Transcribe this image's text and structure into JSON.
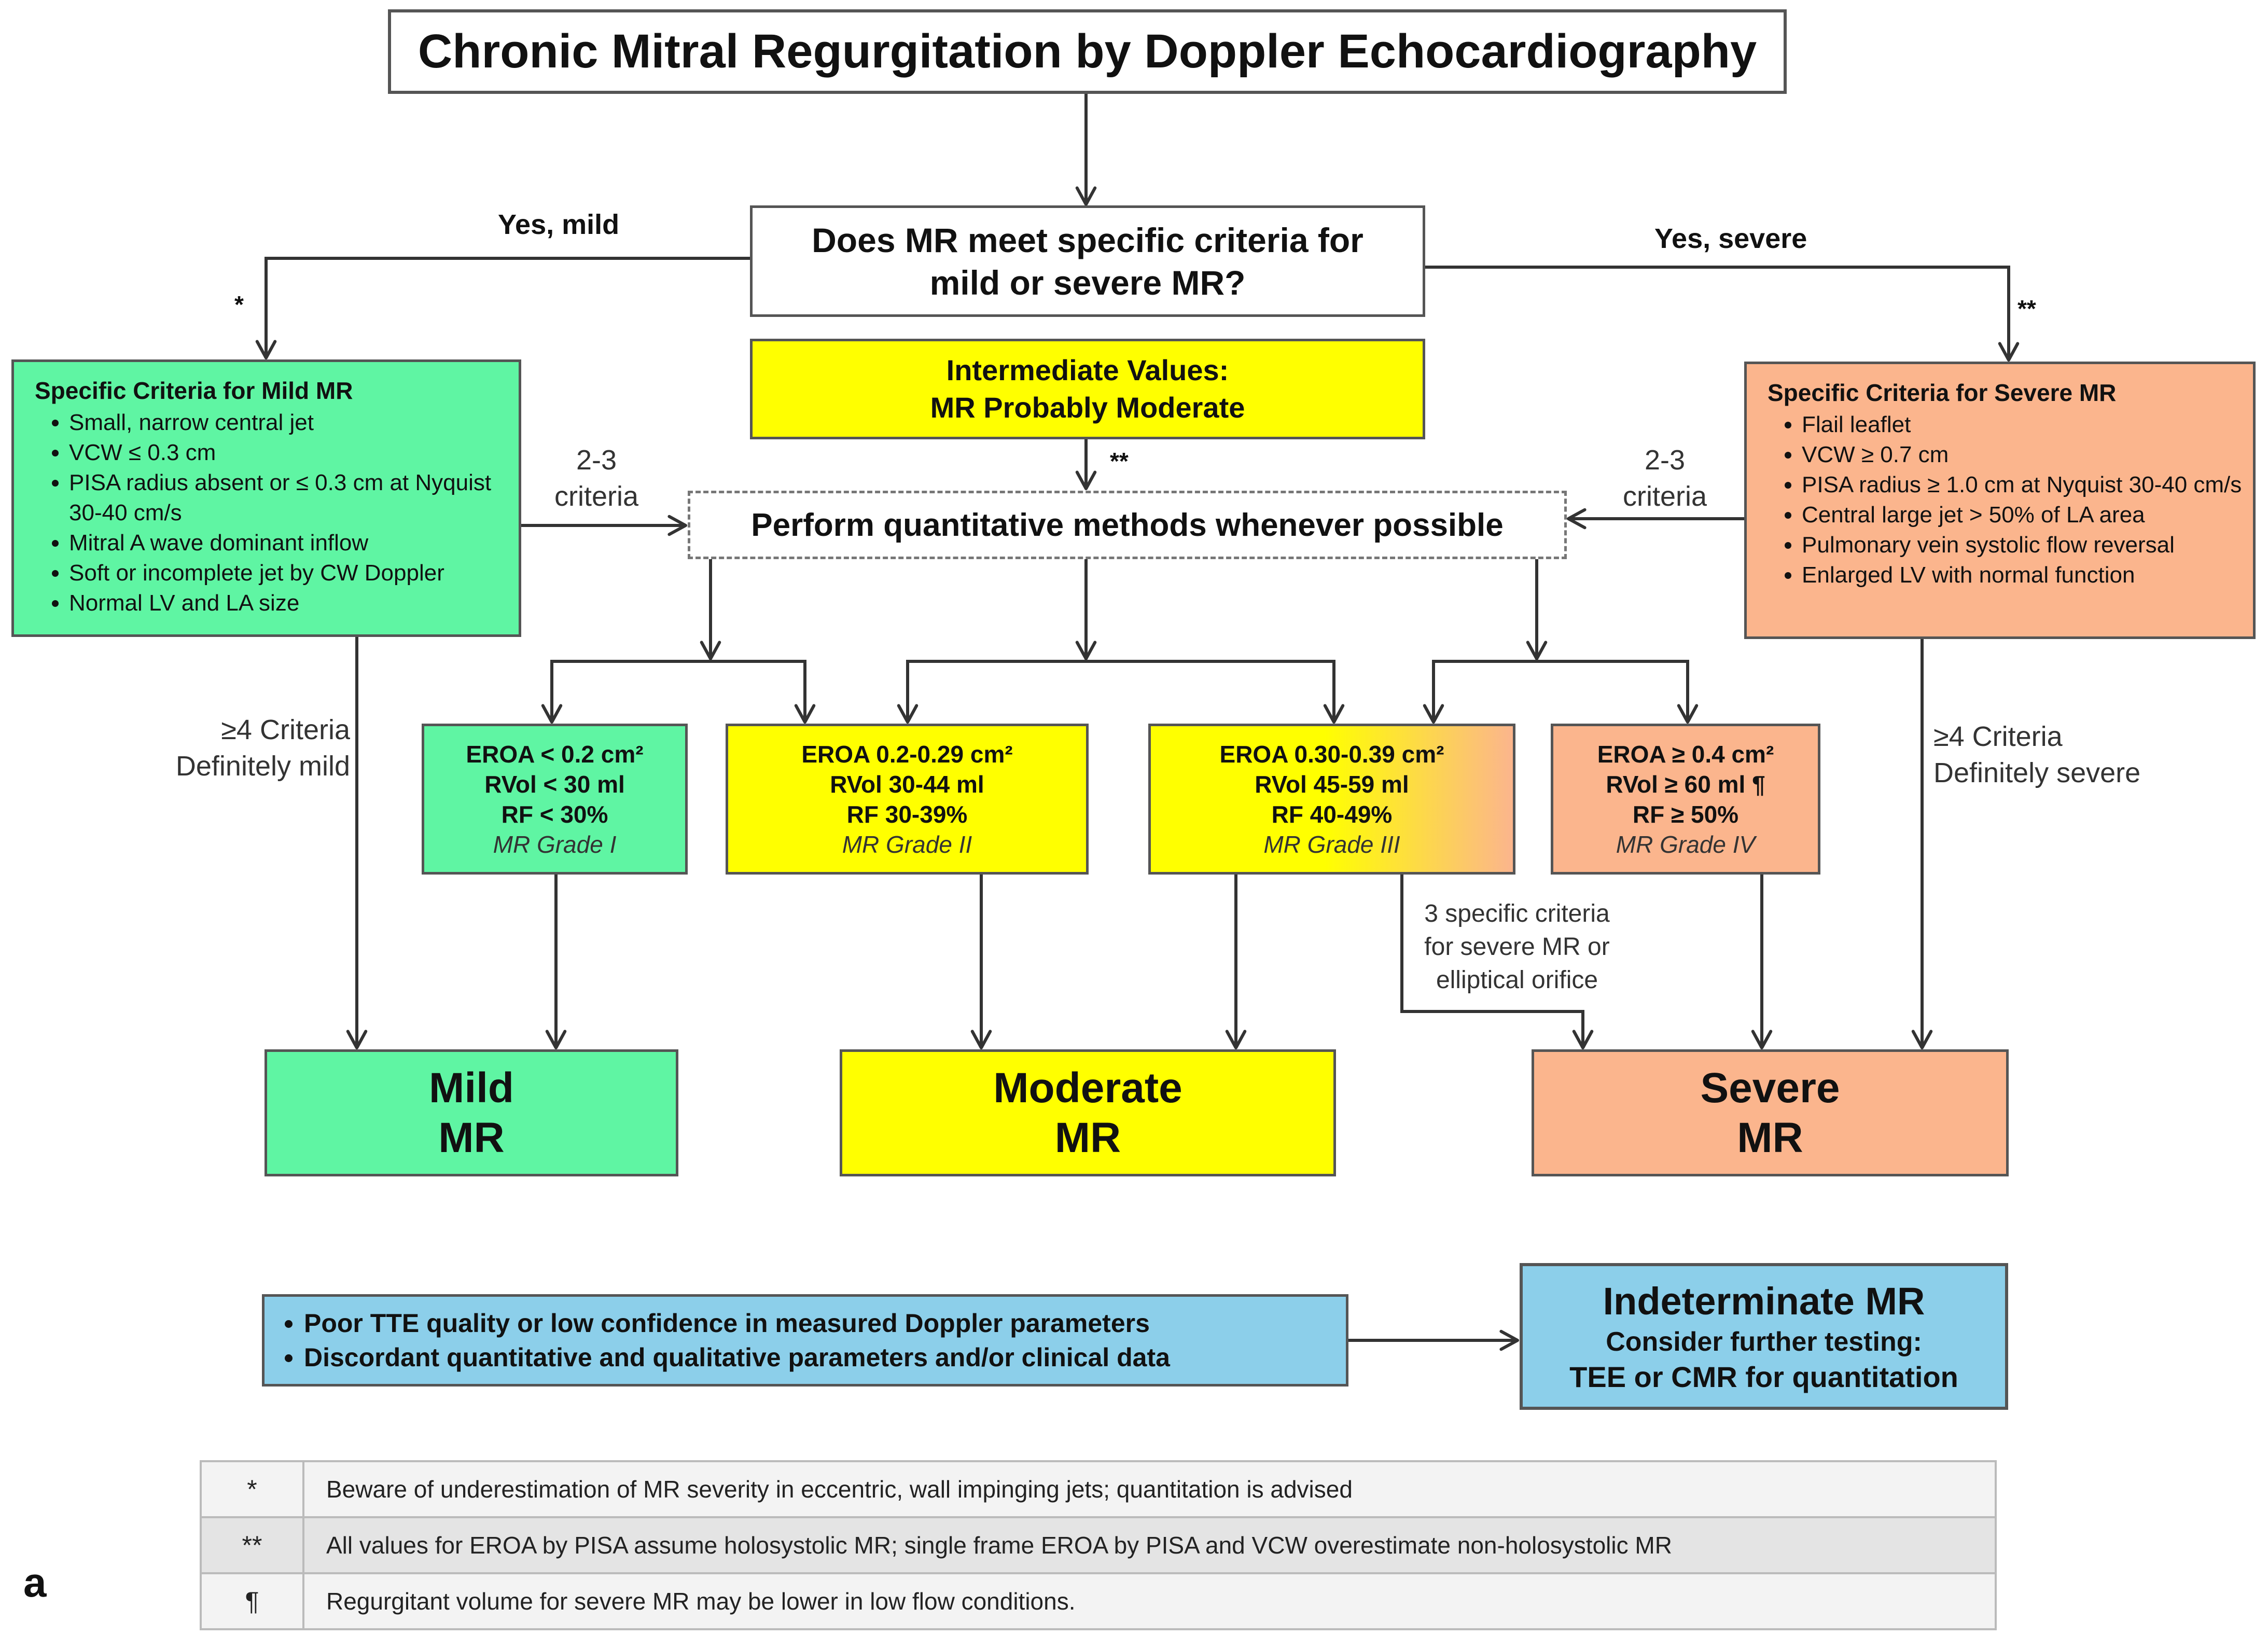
{
  "title": "Chronic Mitral Regurgitation by Doppler Echocardiography",
  "question": {
    "line1": "Does MR  meet specific criteria for",
    "line2": "mild or severe MR?"
  },
  "intermediate": {
    "line1": "Intermediate Values:",
    "line2": "MR Probably Moderate"
  },
  "quantitative": "Perform quantitative methods  whenever possible",
  "labels": {
    "yes_mild": "Yes, mild",
    "yes_severe": "Yes, severe",
    "star_single": "*",
    "star_double": "**",
    "criteria_left_1": "2-3",
    "criteria_left_2": "criteria",
    "criteria_right_1": "2-3",
    "criteria_right_2": "criteria",
    "def_mild_1": "≥4 Criteria",
    "def_mild_2": "Definitely mild",
    "def_severe_1": "≥4 Criteria",
    "def_severe_2": "Definitely severe",
    "three_spec_1": "3 specific criteria",
    "three_spec_2": "for severe MR or",
    "three_spec_3": "elliptical orifice"
  },
  "mild_criteria": {
    "heading": "Specific Criteria for Mild MR",
    "items": [
      "Small, narrow central jet",
      "VCW ≤ 0.3 cm",
      "PISA radius absent or  ≤ 0.3 cm at Nyquist 30-40 cm/s",
      "Mitral A wave dominant inflow",
      "Soft or incomplete jet by CW Doppler",
      "Normal LV and LA size"
    ]
  },
  "severe_criteria": {
    "heading": "Specific Criteria for Severe MR",
    "items": [
      "Flail leaflet",
      "VCW  ≥ 0.7 cm",
      "PISA radius ≥ 1.0 cm at Nyquist 30-40 cm/s",
      "Central large jet > 50% of LA area",
      "Pulmonary vein systolic flow reversal",
      "Enlarged LV with normal function"
    ]
  },
  "grades": [
    {
      "eroa": "EROA < 0.2 cm²",
      "rvol": "RVol < 30 ml",
      "rf": "RF < 30%",
      "grade": "MR Grade I"
    },
    {
      "eroa": "EROA 0.2-0.29 cm²",
      "rvol": "RVol 30-44 ml",
      "rf": "RF 30-39%",
      "grade": "MR Grade II"
    },
    {
      "eroa": "EROA 0.30-0.39 cm²",
      "rvol": "RVol 45-59 ml",
      "rf": "RF 40-49%",
      "grade": "MR Grade III"
    },
    {
      "eroa": "EROA ≥ 0.4 cm²",
      "rvol": "RVol ≥ 60 ml ¶",
      "rf": "RF ≥ 50%",
      "grade": "MR Grade IV"
    }
  ],
  "outcomes": {
    "mild": {
      "line1": "Mild",
      "line2": "MR"
    },
    "moderate": {
      "line1": "Moderate",
      "line2": "MR"
    },
    "severe": {
      "line1": "Severe",
      "line2": "MR"
    }
  },
  "poor_quality": [
    "Poor TTE quality or low confidence in measured Doppler parameters",
    "Discordant quantitative and qualitative parameters and/or clinical data"
  ],
  "indeterminate": {
    "title": "Indeterminate MR",
    "line1": "Consider further testing:",
    "line2": "TEE or CMR for quantitation"
  },
  "footnotes": [
    {
      "symbol": "*",
      "text": "Beware of underestimation of MR severity in eccentric, wall impinging jets; quantitation is advised"
    },
    {
      "symbol": "**",
      "text": "All values for EROA by PISA assume holosystolic MR; single frame EROA by PISA and VCW overestimate non-holosystolic MR"
    },
    {
      "symbol": "¶",
      "text": "Regurgitant volume for severe MR may be lower in low flow conditions."
    }
  ],
  "panel_label": "a",
  "colors": {
    "green": "#5ff5a3",
    "yellow": "#ffff00",
    "orange": "#fbb58d",
    "blue": "#8ccfea",
    "line": "#333333"
  }
}
